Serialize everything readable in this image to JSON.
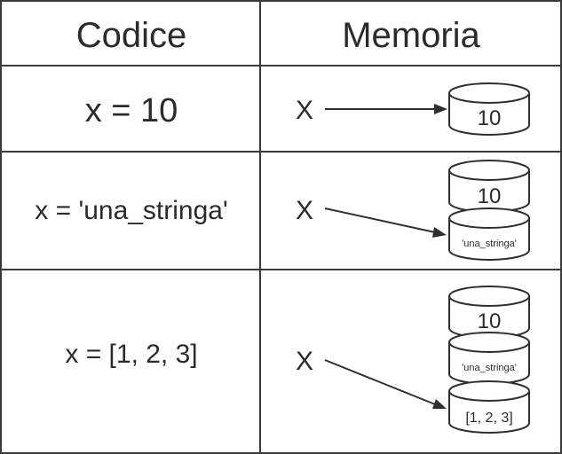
{
  "header": {
    "code_label": "Codice",
    "memory_label": "Memoria"
  },
  "rows": [
    {
      "code": "x = 10",
      "variable": "X",
      "cells": [
        "10"
      ]
    },
    {
      "code": "x = 'una_stringa'",
      "variable": "X",
      "cells": [
        "10",
        "'una_stringa'"
      ]
    },
    {
      "code": "x = [1, 2, 3]",
      "variable": "X",
      "cells": [
        "10",
        "'una_stringa'",
        "[1, 2, 3]"
      ]
    }
  ]
}
